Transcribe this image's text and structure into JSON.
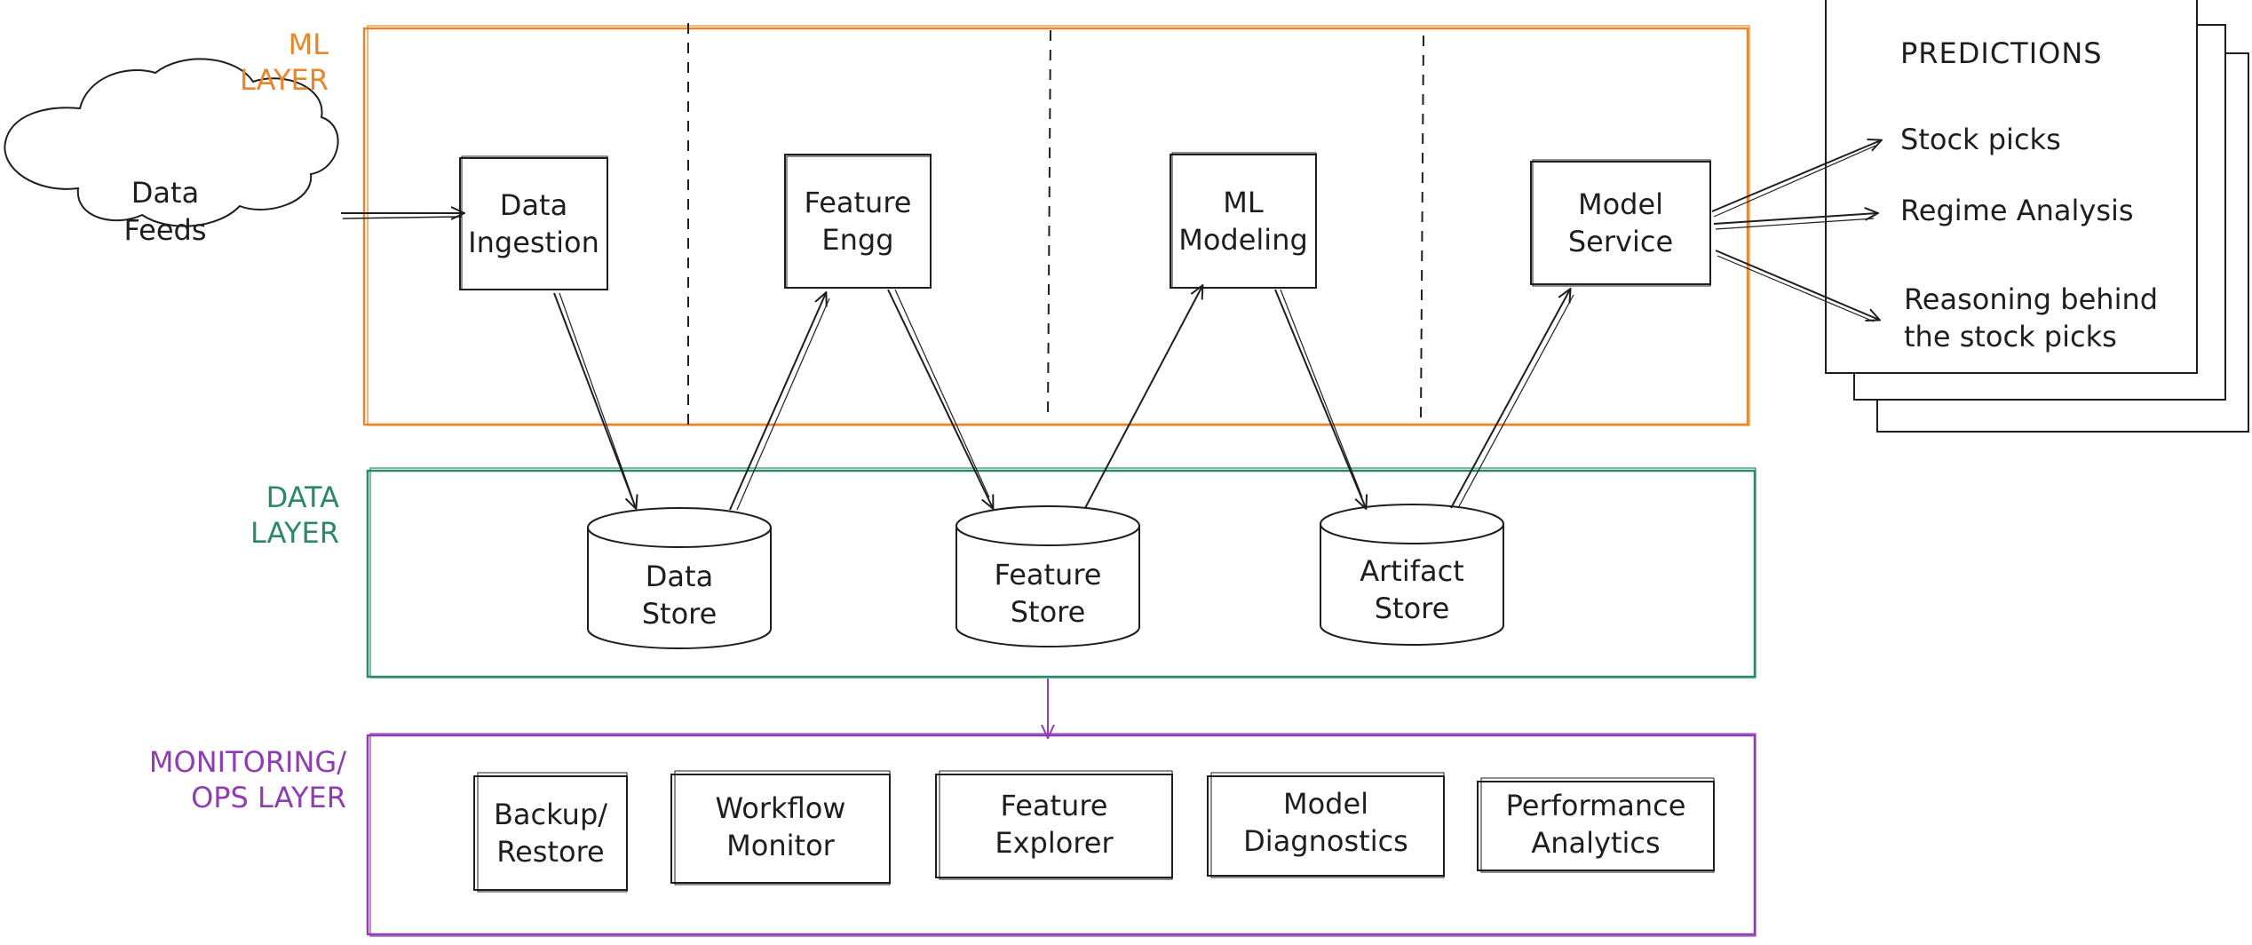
{
  "colors": {
    "ink": "#1e1e1e",
    "ml_layer": "#e8872a",
    "data_layer": "#2b8a66",
    "ops_layer": "#8f3db3"
  },
  "layers": {
    "ml": "ML\nLAYER",
    "data": "DATA\nLAYER",
    "ops": "MONITORING/\nOPS LAYER"
  },
  "source": {
    "label": "Data\nFeeds",
    "shape": "cloud"
  },
  "ml_nodes": [
    {
      "id": "data-ingestion",
      "label": "Data\nIngestion"
    },
    {
      "id": "feature-engg",
      "label": "Feature\nEngg"
    },
    {
      "id": "ml-modeling",
      "label": "ML\nModeling"
    },
    {
      "id": "model-service",
      "label": "Model\nService"
    }
  ],
  "data_stores": [
    {
      "id": "data-store",
      "label": "Data\nStore"
    },
    {
      "id": "feature-store",
      "label": "Feature\nStore"
    },
    {
      "id": "artifact-store",
      "label": "Artifact\nStore"
    }
  ],
  "ops_nodes": [
    {
      "id": "backup-restore",
      "label": "Backup/\nRestore"
    },
    {
      "id": "workflow-monitor",
      "label": "Workflow\nMonitor"
    },
    {
      "id": "feature-explorer",
      "label": "Feature\nExplorer"
    },
    {
      "id": "model-diagnostics",
      "label": "Model\nDiagnostics"
    },
    {
      "id": "performance-analytics",
      "label": "Performance\nAnalytics"
    }
  ],
  "predictions": {
    "title": "PREDICTIONS",
    "items": [
      "Stock picks",
      "Regime Analysis",
      "Reasoning behind\nthe stock picks"
    ]
  }
}
